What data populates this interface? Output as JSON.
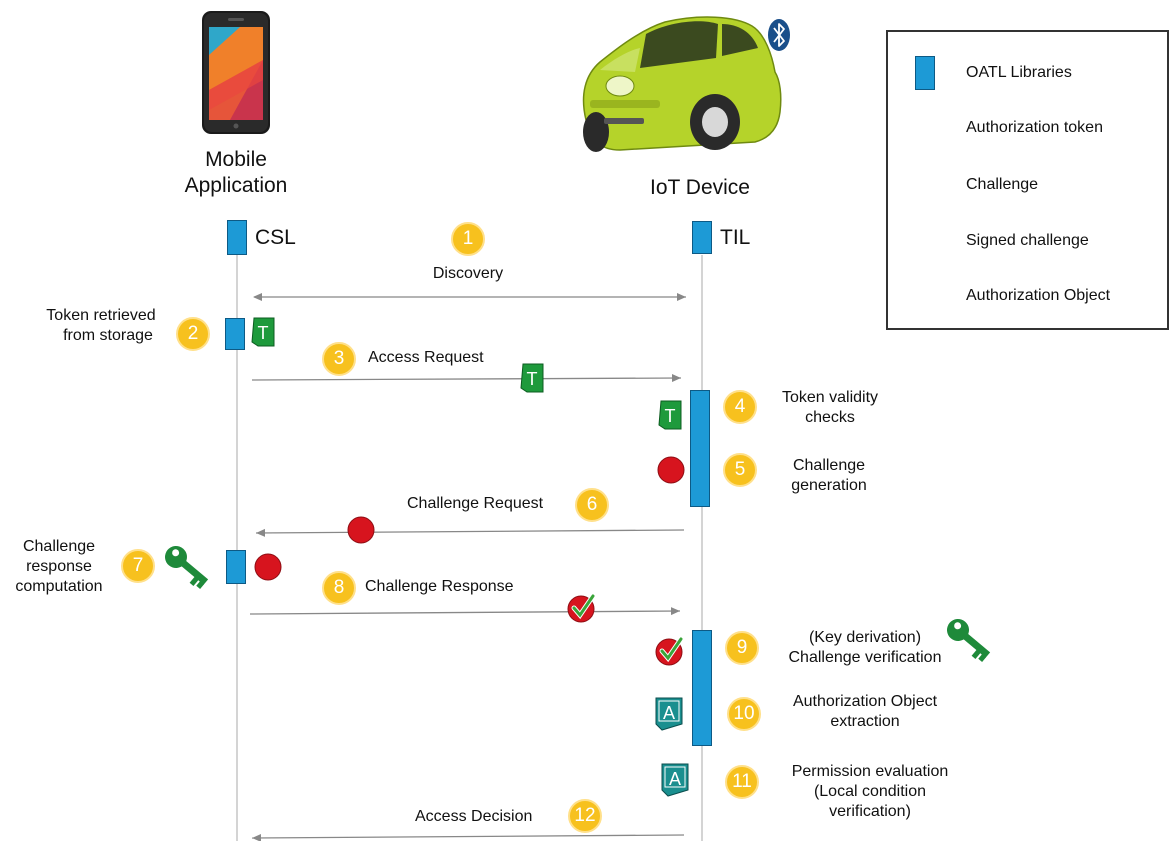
{
  "actors": {
    "mobile": {
      "title_line1": "Mobile",
      "title_line2": "Application",
      "lib": "CSL"
    },
    "iot": {
      "title": "IoT Device",
      "lib": "TIL"
    }
  },
  "icons": {
    "token_letter": "T",
    "auth_object_letter": "A",
    "bluetooth": "bluetooth-icon"
  },
  "legend": {
    "items": [
      {
        "icon": "library-icon",
        "label": "OATL Libraries"
      },
      {
        "icon": "token-icon",
        "label": "Authorization token"
      },
      {
        "icon": "challenge-icon",
        "label": "Challenge"
      },
      {
        "icon": "signed-challenge-icon",
        "label": "Signed challenge"
      },
      {
        "icon": "auth-object-icon",
        "label": "Authorization Object"
      }
    ]
  },
  "steps": [
    {
      "num": "1",
      "line1": "Discovery",
      "line2": "",
      "line3": ""
    },
    {
      "num": "2",
      "line1": "Token retrieved",
      "line2": "from storage",
      "line3": ""
    },
    {
      "num": "3",
      "line1": "Access Request",
      "line2": "",
      "line3": ""
    },
    {
      "num": "4",
      "line1": "Token validity",
      "line2": "checks",
      "line3": ""
    },
    {
      "num": "5",
      "line1": "Challenge",
      "line2": "generation",
      "line3": ""
    },
    {
      "num": "6",
      "line1": "Challenge Request",
      "line2": "",
      "line3": ""
    },
    {
      "num": "7",
      "line1": "Challenge",
      "line2": "response",
      "line3": "computation"
    },
    {
      "num": "8",
      "line1": "Challenge Response",
      "line2": "",
      "line3": ""
    },
    {
      "num": "9",
      "line1": "(Key derivation)",
      "line2": "Challenge verification",
      "line3": ""
    },
    {
      "num": "10",
      "line1": "Authorization Object",
      "line2": "extraction",
      "line3": ""
    },
    {
      "num": "11",
      "line1": "Permission evaluation",
      "line2": "(Local condition",
      "line3": "verification)"
    },
    {
      "num": "12",
      "line1": "Access Decision",
      "line2": "",
      "line3": ""
    }
  ],
  "colors": {
    "library": "#1d9ad6",
    "token": "#1e9a3c",
    "challenge": "#d7141e",
    "auth_object": "#1a8f8f",
    "badge": "#f7c11e",
    "car": "#b5d32a",
    "key": "#1e8a3a"
  }
}
